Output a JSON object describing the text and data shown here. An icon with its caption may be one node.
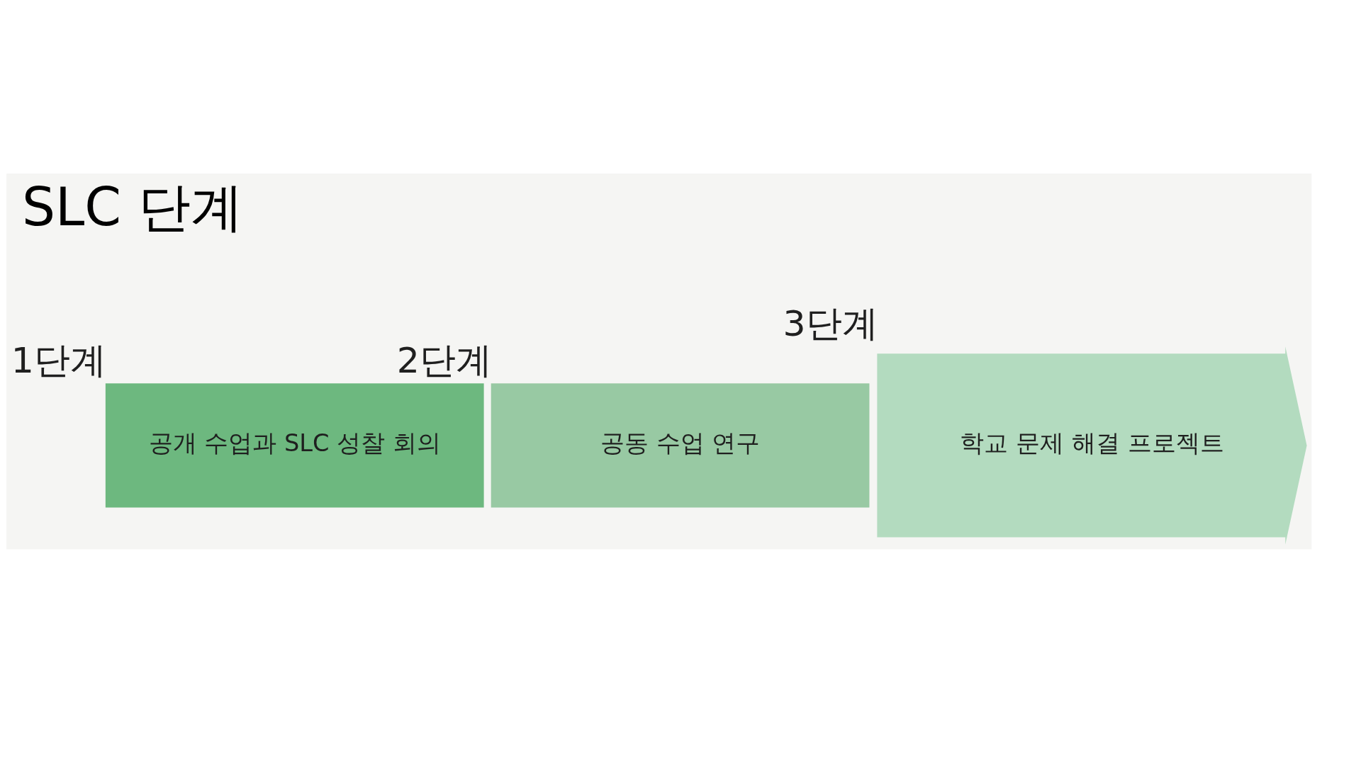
{
  "diagram": {
    "title": "SLC 단계",
    "nodes": [
      {
        "text": [
          "1단계",
          "공개 수업과 SLC 성찰 회의"
        ]
      },
      {
        "text": [
          "2단계",
          "공동 수업 연구"
        ]
      },
      {
        "text": [
          "3단계",
          "학교 문제 해결 프로젝트"
        ]
      }
    ]
  }
}
